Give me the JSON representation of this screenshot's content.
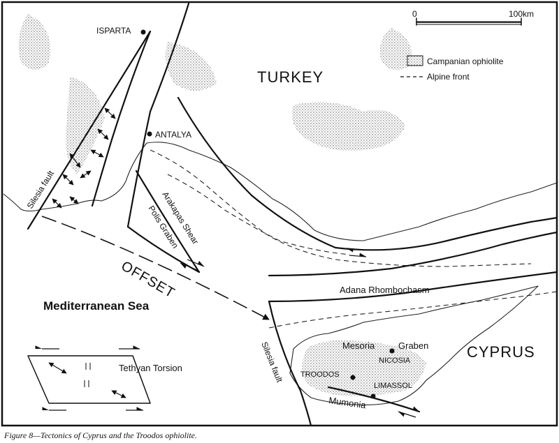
{
  "scale_bar": {
    "start": "0",
    "end": "100km"
  },
  "legend": {
    "items": [
      {
        "label": "Campanian ophiolite",
        "symbol": "stipple-box"
      },
      {
        "label": "Alpine front",
        "symbol": "dashed-line"
      }
    ]
  },
  "regions": {
    "turkey": "TURKEY",
    "cyprus": "CYPRUS",
    "sea": "Mediterranean Sea"
  },
  "places": {
    "isparta": "ISPARTA",
    "antalya": "ANTALYA",
    "nicosia": "NICOSIA",
    "troodos": "TROODOS",
    "limassol": "LIMASSOL"
  },
  "features": {
    "silesia_fault_north": "Silesia fault",
    "silesia_fault_south": "Silesia fault",
    "arakapas_shear": "Arakapas Shear",
    "polis_graben": "Polis Graben",
    "offset": "OFFSET",
    "adana": "Adana Rhombochasm",
    "mesoria": "Mesoria",
    "graben": "Graben",
    "mumonia": "Mumonia"
  },
  "inset": {
    "label": "Tethyan Torsion"
  },
  "caption": "Figure 8—Tectonics of Cyprus and the Troodos ophiolite.",
  "colors": {
    "ink": "#111111",
    "background": "#ffffff"
  }
}
